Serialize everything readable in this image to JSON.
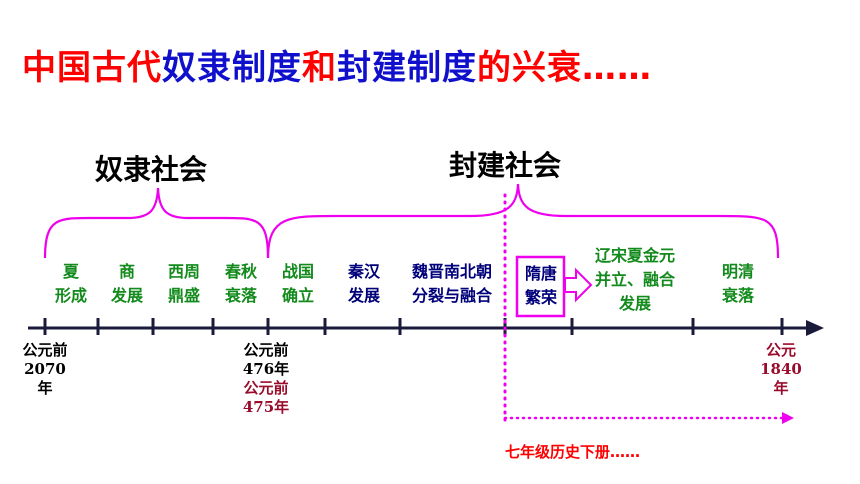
{
  "colors": {
    "red": "#ff0000",
    "blue": "#1010cc",
    "green": "#138a1c",
    "navy": "#00007a",
    "maroon": "#9a0c2c",
    "magenta": "#ee00ee",
    "axis": "#1a1a3a"
  },
  "title": {
    "parts": [
      {
        "text": "中国古代",
        "color": "red"
      },
      {
        "text": "奴隶制度",
        "color": "blue"
      },
      {
        "text": "和",
        "color": "red"
      },
      {
        "text": "封建制度",
        "color": "blue"
      },
      {
        "text": "的兴衰……",
        "color": "red"
      }
    ]
  },
  "eras": {
    "slave": "奴隶社会",
    "feudal": "封建社会"
  },
  "periods": [
    {
      "line1": "夏",
      "line2": "形成",
      "color": "green"
    },
    {
      "line1": "商",
      "line2": "发展",
      "color": "green"
    },
    {
      "line1": "西周",
      "line2": "鼎盛",
      "color": "green"
    },
    {
      "line1": "春秋",
      "line2": "衰落",
      "color": "green"
    },
    {
      "line1": "战国",
      "line2": "确立",
      "color": "green"
    },
    {
      "line1": "秦汉",
      "line2": "发展",
      "color": "navy"
    },
    {
      "line1": "魏晋南北朝",
      "line2": "分裂与融合",
      "color": "navy"
    },
    {
      "line1": "隋唐",
      "line2": "繁荣",
      "color": "navy"
    },
    {
      "line1": "辽宋夏金元",
      "line2": "并立、融合",
      "line3": "发展",
      "color": "green"
    },
    {
      "line1": "明清",
      "line2": "衰落",
      "color": "green"
    }
  ],
  "years": {
    "start": {
      "line1": "公元前",
      "line2": "2070",
      "line3": "年"
    },
    "split_a": {
      "line1": "公元前",
      "line2": "476年"
    },
    "split_b": {
      "line1": "公元前",
      "line2": "475年"
    },
    "end": {
      "line1": "公元",
      "line2": "1840",
      "line3": "年"
    }
  },
  "note": "七年级历史下册……"
}
